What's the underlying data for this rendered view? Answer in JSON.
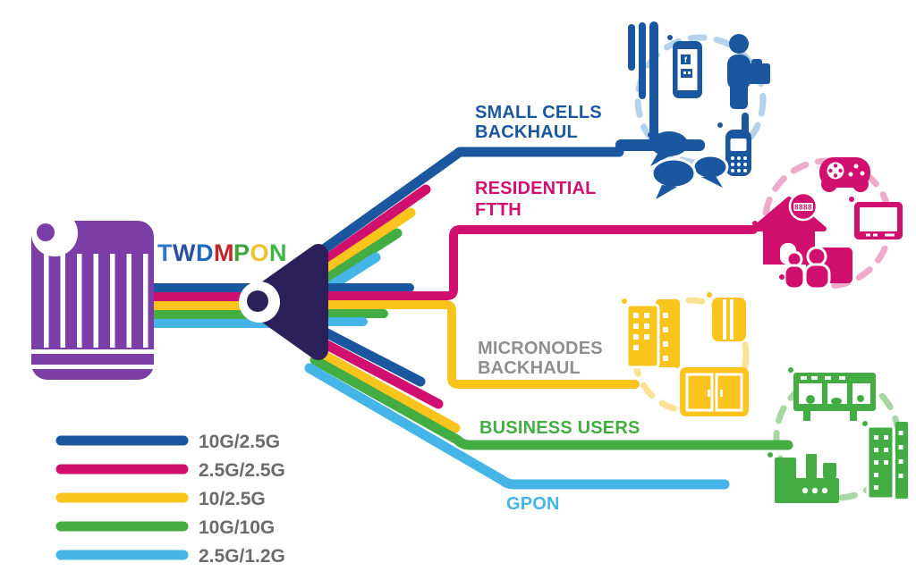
{
  "diagram_title": {
    "word1": {
      "letters": [
        {
          "ch": "T",
          "color": "#2F74CC"
        },
        {
          "ch": "W",
          "color": "#27519F"
        },
        {
          "ch": "D",
          "color": "#1B66C0"
        },
        {
          "ch": "M",
          "color": "#C4232A"
        }
      ]
    },
    "word2": {
      "letters": [
        {
          "ch": "P",
          "color": "#3EA23D"
        },
        {
          "ch": "O",
          "color": "#EFC32D"
        },
        {
          "ch": "N",
          "color": "#3EB549"
        }
      ]
    }
  },
  "colors": {
    "blue": "#1A579F",
    "magenta": "#D00F6E",
    "yellow": "#FBC41D",
    "green": "#43AD44",
    "light_blue": "#45B5E7",
    "purple": "#7B3DA6",
    "splitter_dark": "#2B2059",
    "dash_blue": "#B5D2EC",
    "dash_pink": "#EFA9CB",
    "dash_yellow": "#FBE193",
    "dash_green": "#A9D7A3"
  },
  "branches": {
    "small_cells": {
      "line1": "SMALL CELLS",
      "line2": "BACKHAUL",
      "color": "#1A579F"
    },
    "residential": {
      "line1": "RESIDENTIAL",
      "line2": "FTTH",
      "color": "#D00F6E"
    },
    "micronodes": {
      "line1": "MICRONODES",
      "line2": "BACKHAUL",
      "color": "#8F8F8F"
    },
    "business": {
      "line1": "BUSINESS USERS",
      "color": "#43AD44"
    },
    "gpon": {
      "line1": "GPON",
      "color": "#45B5E7"
    }
  },
  "legend": {
    "items": [
      {
        "label": "10G/2.5G",
        "color": "#1A579F"
      },
      {
        "label": "2.5G/2.5G",
        "color": "#D00F6E"
      },
      {
        "label": "10/2.5G",
        "color": "#FBC41D"
      },
      {
        "label": "10G/10G",
        "color": "#43AD44"
      },
      {
        "label": "2.5G/1.2G",
        "color": "#45B5E7"
      }
    ],
    "text_color": "#6B6B6B"
  },
  "icons": {
    "app_letter": "f",
    "meter_text": "8888"
  }
}
